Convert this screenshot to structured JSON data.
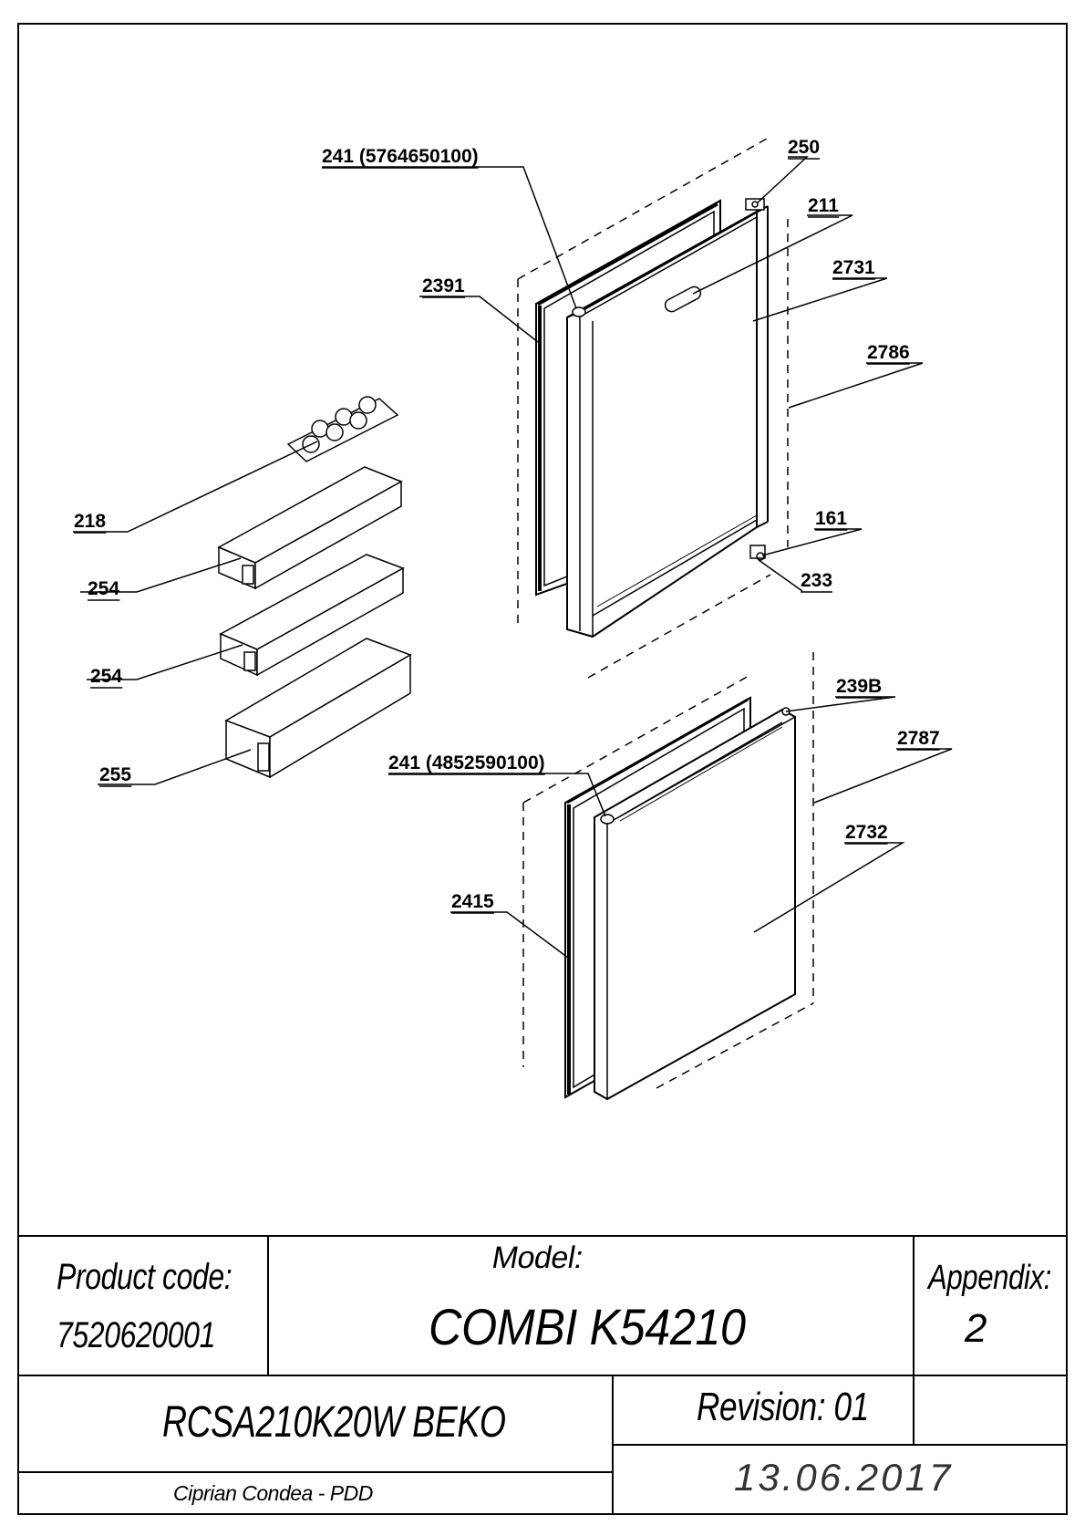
{
  "labels": {
    "l241a": "241 (5764650100)",
    "l250": "250",
    "l211": "211",
    "l2391": "2391",
    "l2731": "2731",
    "l2786": "2786",
    "l218": "218",
    "l254a": "254",
    "l161": "161",
    "l233": "233",
    "l254b": "254",
    "l239b": "239B",
    "l2787": "2787",
    "l241b": "241 (4852590100)",
    "l255": "255",
    "l2732": "2732",
    "l2415": "2415"
  },
  "title_block": {
    "product_code_label": "Product code:",
    "product_code": "7520620001",
    "model_label": "Model:",
    "model": "COMBI K54210",
    "appendix_label": "Appendix:",
    "appendix": "2",
    "product_name": "RCSA210K20W BEKO",
    "revision": "Revision: 01",
    "author": "Ciprian Condea - PDD",
    "date": "13.06.2017"
  }
}
